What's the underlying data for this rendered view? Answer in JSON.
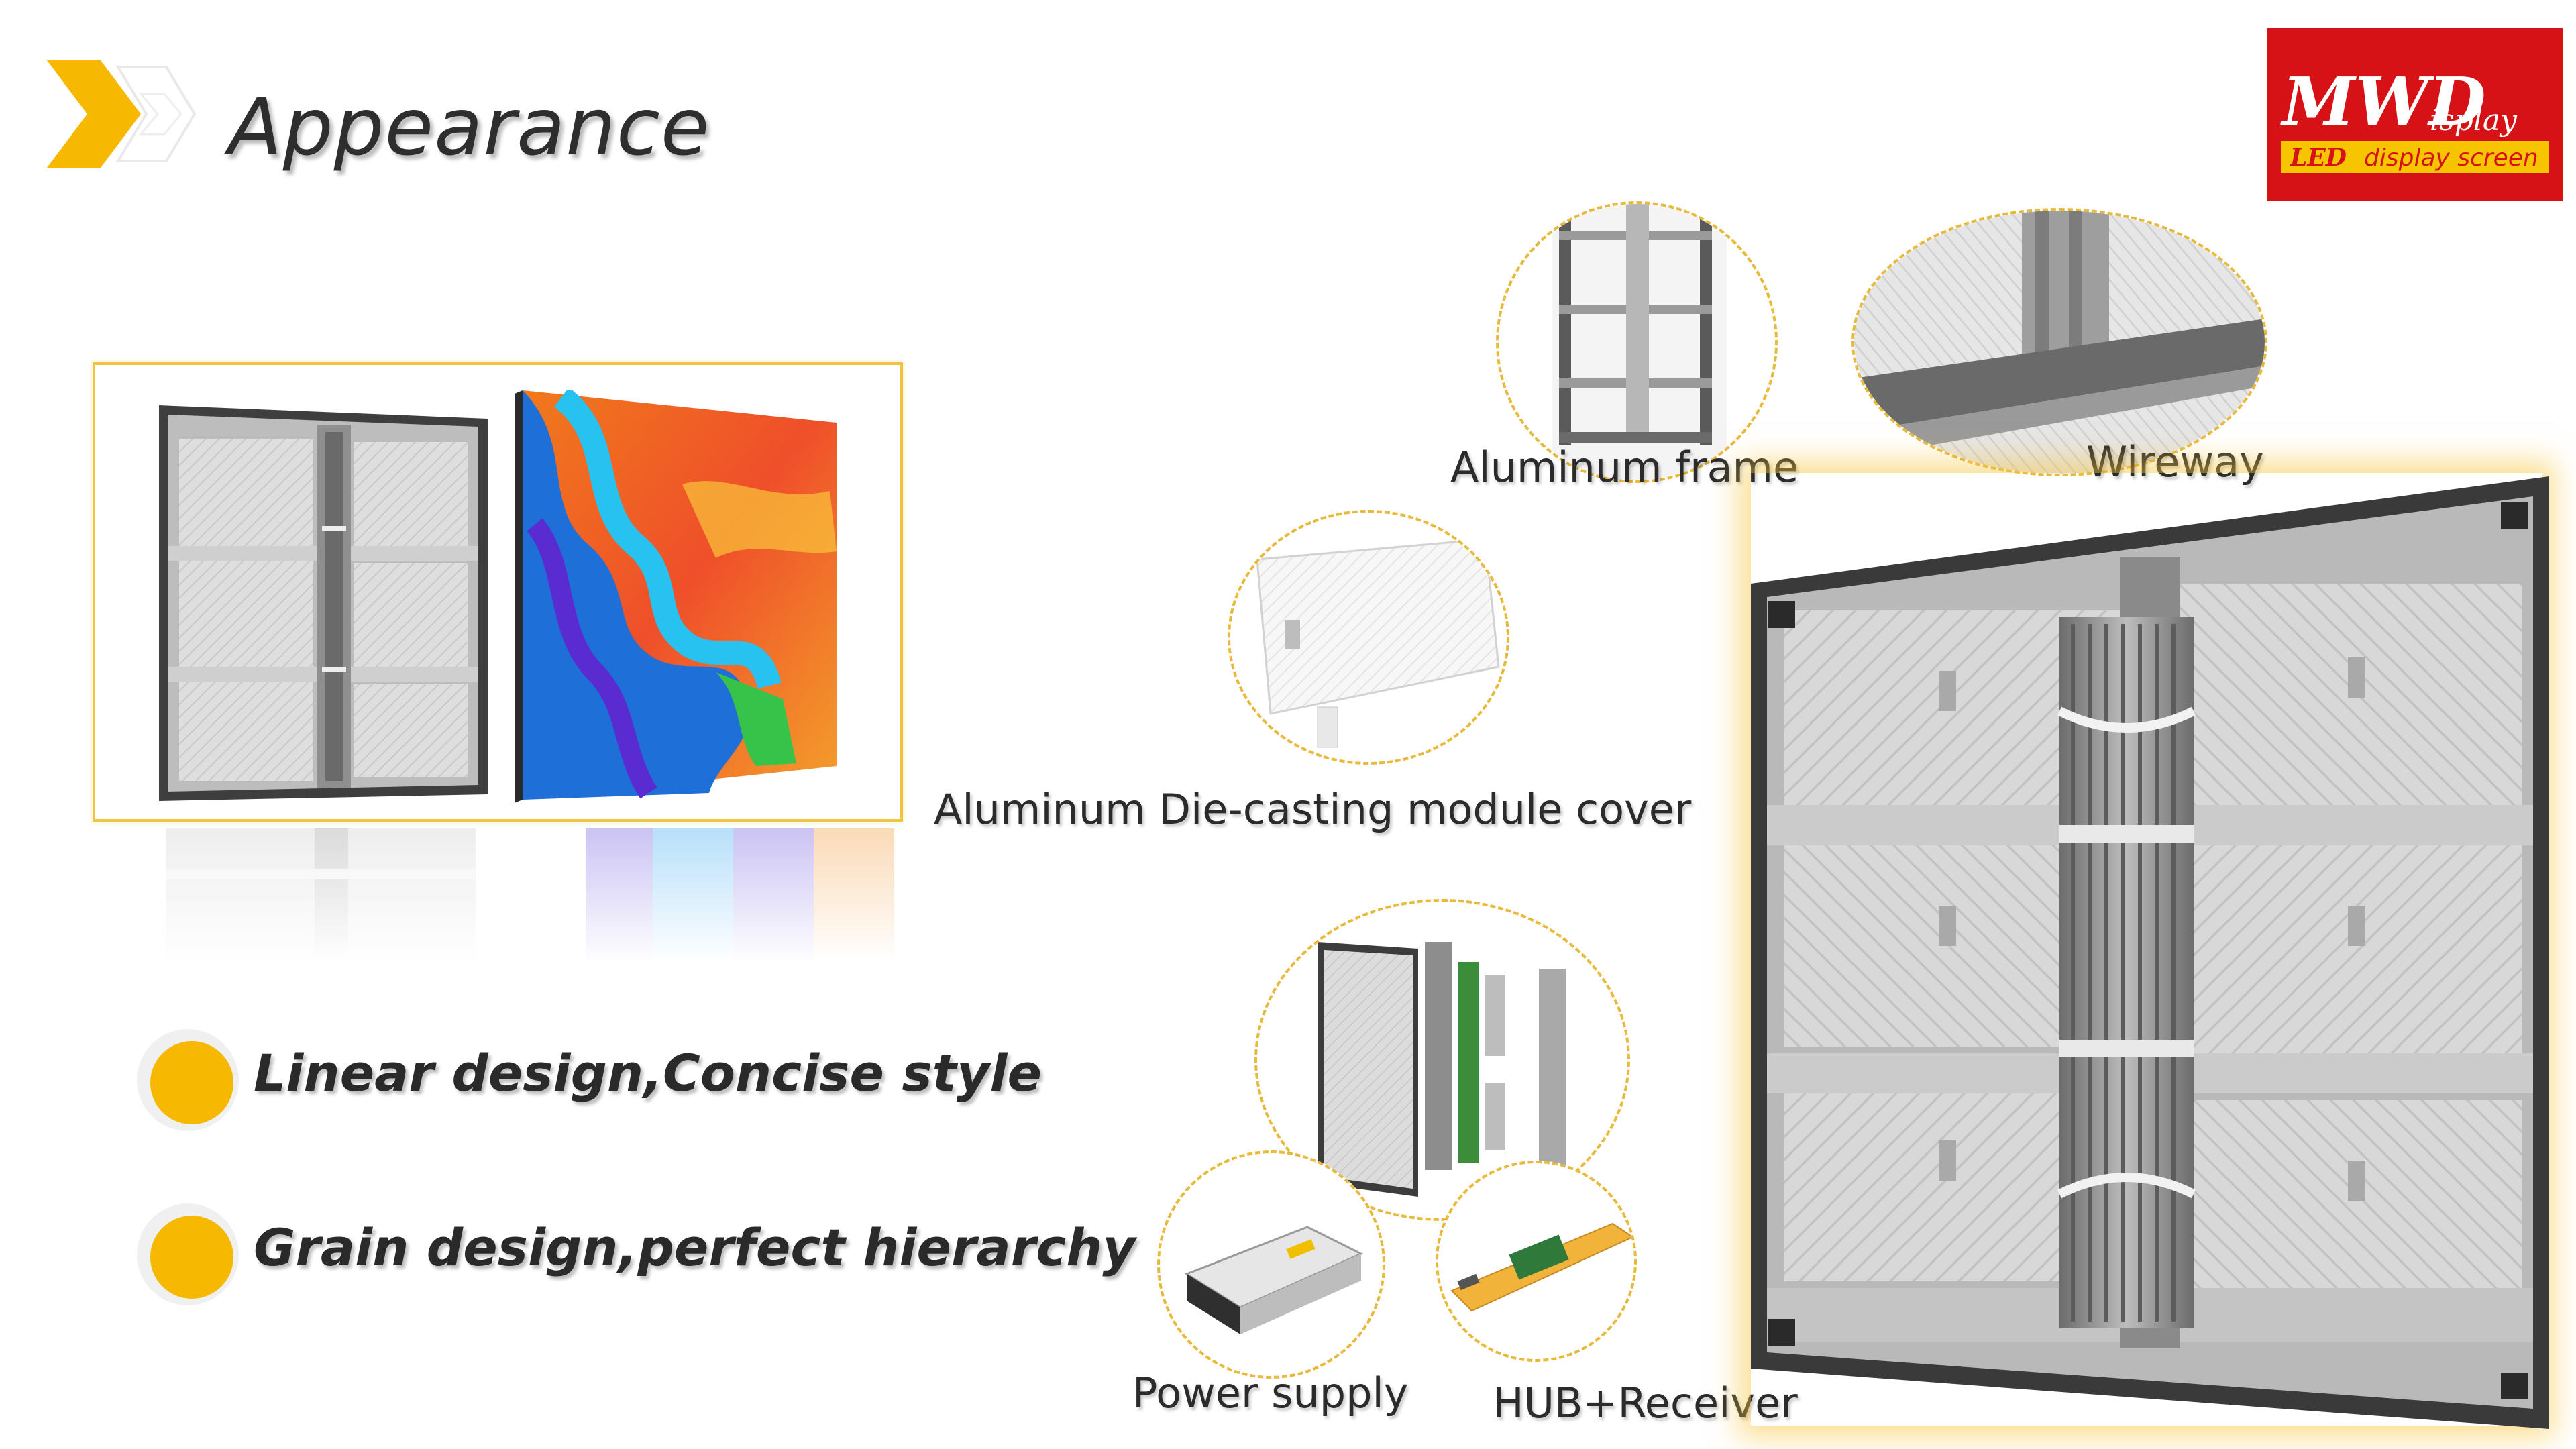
{
  "header": {
    "title": "Appearance",
    "accent_color": "#f6b800"
  },
  "logo": {
    "brand_big": "MWD",
    "brand_small": "isplay",
    "tag_bold": "LED",
    "tag_rest": "display  screen",
    "bg_color": "#d71217",
    "bar_color": "#f7c400"
  },
  "features": [
    {
      "text": "Linear design,Concise style",
      "icon": "yellow-dot-icon"
    },
    {
      "text": "Grain design,perfect hierarchy",
      "icon": "yellow-dot-icon"
    }
  ],
  "components": {
    "aluminum_frame": "Aluminum frame",
    "wireway": "Wireway",
    "module_cover": "Aluminum Die-casting module cover",
    "power_supply": "Power supply",
    "hub_receiver": "HUB+Receiver"
  }
}
